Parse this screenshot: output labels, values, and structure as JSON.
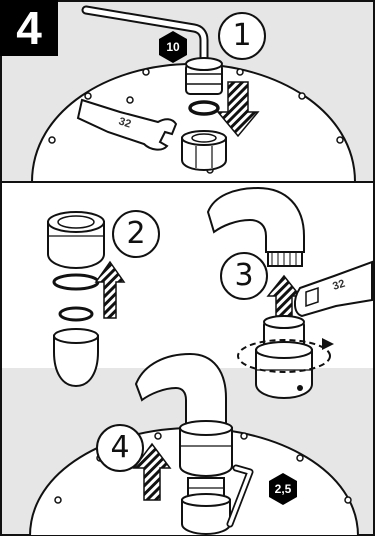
{
  "panel": {
    "step_number": "4"
  },
  "callouts": {
    "c1": "1",
    "c2": "2",
    "c3": "3",
    "c4": "4"
  },
  "tool_badges": {
    "hex_key_top": "10",
    "hex_key_bottom": "2,5"
  },
  "wrench_labels": {
    "top": "32",
    "middle": "32"
  },
  "colors": {
    "background": "#ffffff",
    "shade": "#e6e6e6",
    "outline": "#111111",
    "badge": "#000000"
  }
}
